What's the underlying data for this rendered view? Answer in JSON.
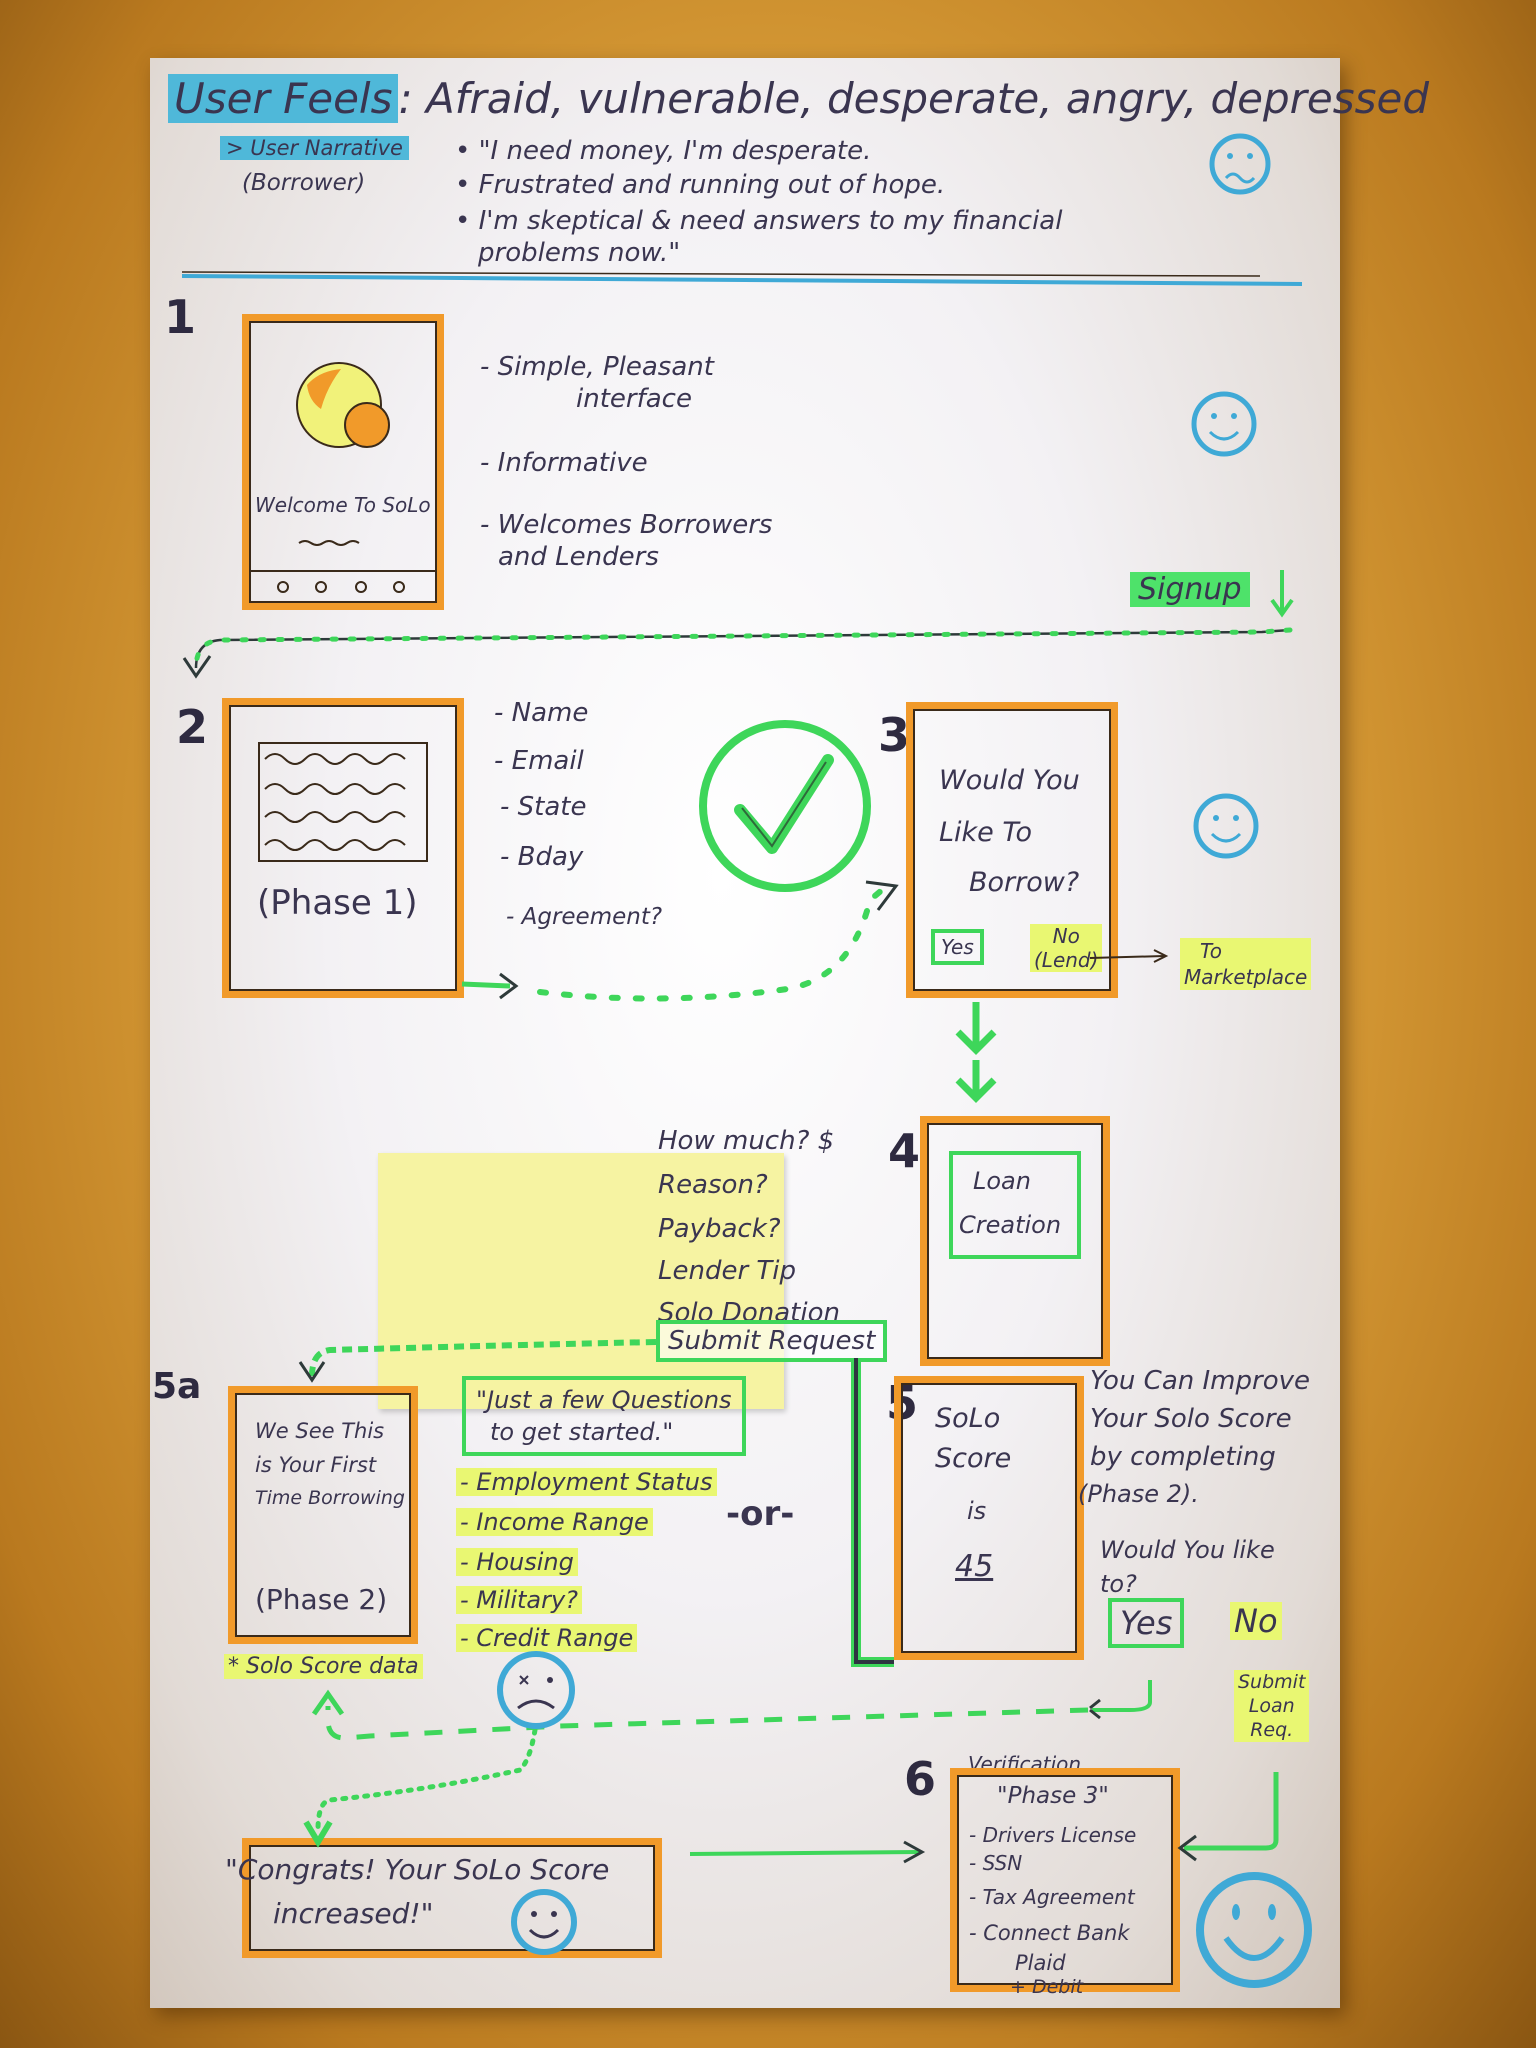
{
  "header": {
    "user_feels_label": "User Feels",
    "user_feels_text": ": Afraid, vulnerable, desperate, angry, depressed",
    "narrative_label": "> User Narrative",
    "narrative_sub": "(Borrower)",
    "quotes": [
      "• \"I need money, I'm desperate.",
      "• Frustrated and running out of hope.",
      "• I'm skeptical & need answers to my financial",
      "problems now.\""
    ]
  },
  "step1": {
    "number": "1",
    "screen_text": "Welcome To SoLo",
    "notes": [
      "- Simple, Pleasant",
      "interface",
      "- Informative",
      "- Welcomes Borrowers",
      "and Lenders"
    ],
    "action": "Signup"
  },
  "step2": {
    "number": "2",
    "screen_text": "(Phase 1)",
    "fields": [
      "- Name",
      "- Email",
      "- State",
      "- Bday",
      "- Agreement?"
    ]
  },
  "step3": {
    "number": "3",
    "question_lines": [
      "Would You",
      "Like To",
      "Borrow?"
    ],
    "yes": "Yes",
    "no_lines": [
      "No",
      "(Lend)"
    ],
    "marketplace_lines": [
      "To",
      "Marketplace"
    ]
  },
  "step4": {
    "number": "4",
    "screen_lines": [
      "Loan",
      "Creation"
    ],
    "questions": [
      "How much? $",
      "Reason?",
      "Payback?",
      "Lender Tip",
      "Solo Donation"
    ],
    "submit": "Submit Request"
  },
  "step5a": {
    "number": "5a",
    "screen_lines": [
      "We See This",
      "is Your First",
      "Time Borrowing"
    ],
    "phase": "(Phase 2)",
    "intro_lines": [
      "\"Just a few Questions",
      "to get started.\""
    ],
    "items": [
      "- Employment Status",
      "- Income Range",
      "- Housing",
      "- Military?",
      "- Credit Range"
    ],
    "footnote": "* Solo Score data",
    "or": "-or-"
  },
  "step5": {
    "number": "5",
    "screen_lines": [
      "SoLo",
      "Score",
      "is"
    ],
    "score": "45",
    "improve_lines": [
      "You Can Improve",
      "Your Solo Score",
      "by completing",
      "(Phase 2)."
    ],
    "ask_lines": [
      "Would You like",
      "to?"
    ],
    "yes": "Yes",
    "no": "No",
    "submit_lines": [
      "Submit",
      "Loan",
      "Req."
    ]
  },
  "congrats": {
    "lines": [
      "\"Congrats! Your SoLo Score",
      "increased!\""
    ]
  },
  "step6": {
    "number": "6",
    "title": "Verification",
    "phase": "\"Phase 3\"",
    "items": [
      "- Drivers License",
      "- SSN",
      "- Tax Agreement",
      "- Connect Bank",
      "Plaid"
    ],
    "extra": "+ Debit"
  },
  "colors": {
    "orange": "#f19a2a",
    "green": "#3ed65a",
    "blue": "#3fa9d6",
    "yellow": "#e9f772"
  }
}
